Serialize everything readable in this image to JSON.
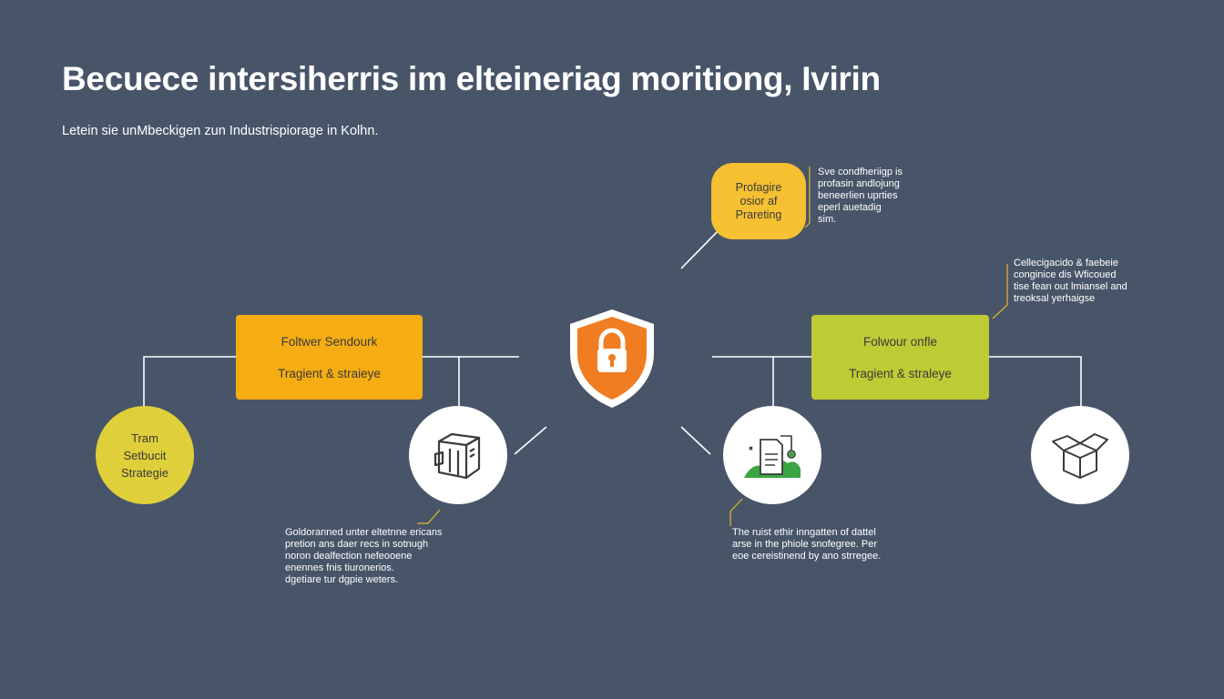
{
  "title": "Becuece  intersiherris im elteineriag  moritiong, Ivirin",
  "subtitle": "Letein sie unMbeckigen zun Industrispiorage in Kolhn.",
  "colors": {
    "background": "#485569",
    "orange_box": "#f5ad13",
    "green_box": "#bfcb35",
    "bubble": "#f5c032",
    "yellow_circle": "#dfcf3a",
    "shield": "#f07d22",
    "connector": "#ffffff",
    "accent_arrow": "#e8b430"
  },
  "nodes": {
    "box_left": {
      "line1": "Foltwer Sendourk",
      "line2": "Tragient & straieye"
    },
    "box_right": {
      "line1": "Folwour onfle",
      "line2": "Tragient & straleye"
    },
    "bubble": {
      "lines": [
        "Profagire",
        "osior af",
        "Prareting"
      ]
    },
    "yellow_circle": {
      "lines": [
        "Tram",
        "Setbucit",
        "Strategie"
      ]
    },
    "center": {
      "icon": "shield-lock-icon"
    },
    "circle_icons": [
      "server-cube-icon",
      "document-landscape-icon",
      "open-box-icon"
    ]
  },
  "notes": {
    "top": [
      "Sve condfheriigp is",
      "profasin andlojung",
      "beneerlien uprties",
      "eperl auetadig",
      "sim."
    ],
    "right": [
      "Cellecigacido & faebeie",
      "conginice dis Wficoued",
      "tise fean out lmiansel and",
      "treoksal yerhaigse"
    ],
    "bottom_left": [
      "Goldoranned unter eltetnne ericans",
      "pretion ans daer recs in sotnugh",
      "noron dealfection nefeooene",
      "enennes fnis tiuronerios.",
      "dgetiare tur dgpie weters."
    ],
    "bottom_right": [
      "The ruist ethir inngatten of dattel",
      "arse in the phiole snofegree. Per",
      "eoe cereistinend by ano strregee."
    ]
  }
}
